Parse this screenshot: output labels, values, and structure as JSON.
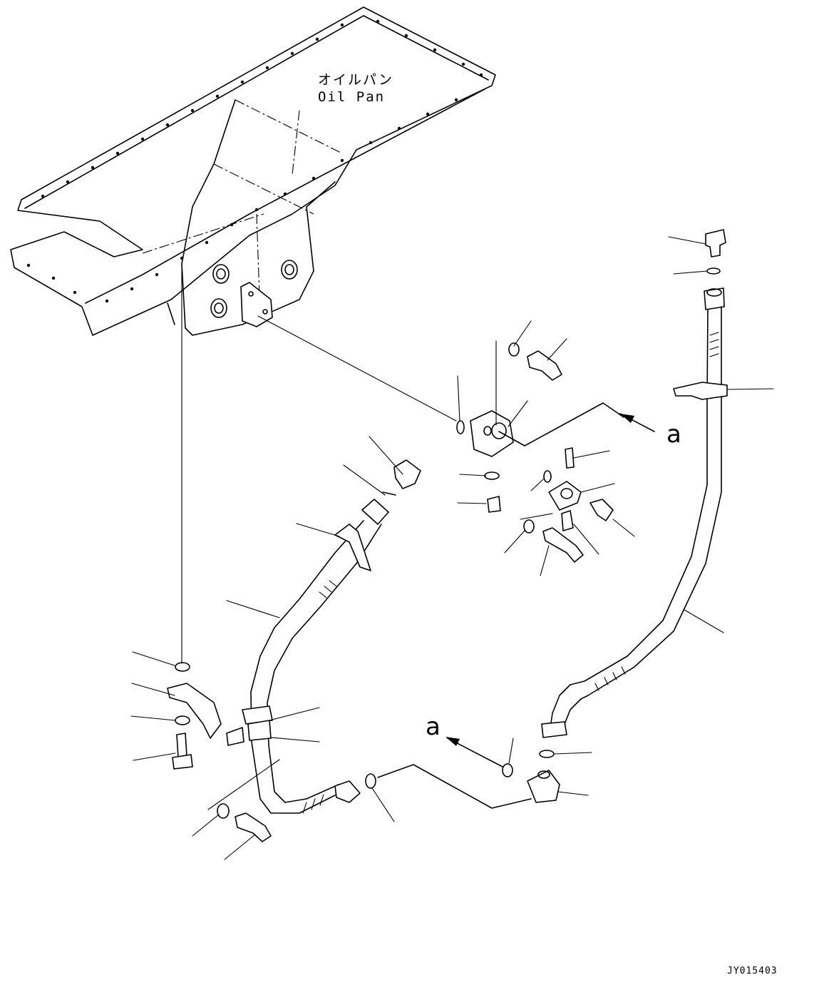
{
  "labels": {
    "oil_pan_jp": "オイルパン",
    "oil_pan_en": "Oil Pan",
    "view_ref_letter": "a",
    "drawing_code": "JY015403"
  }
}
